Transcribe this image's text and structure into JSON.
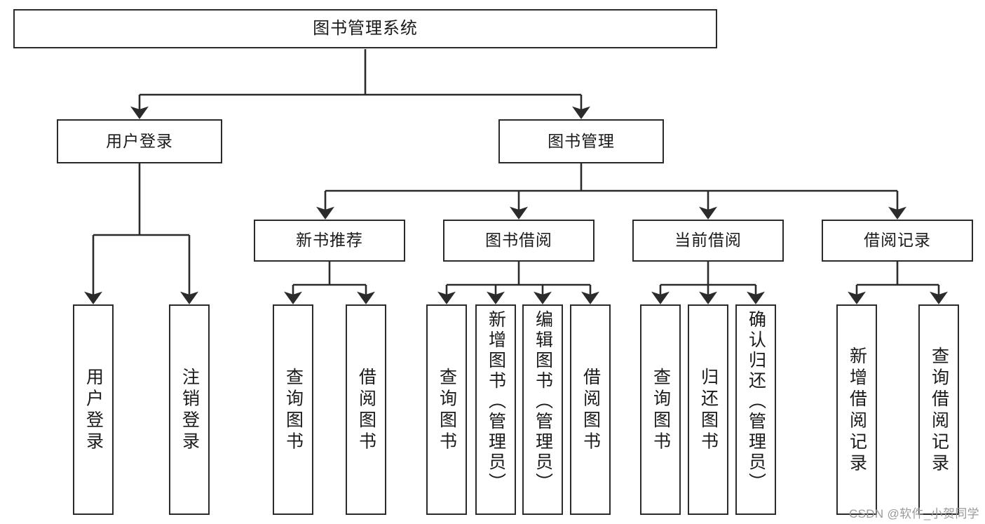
{
  "diagram": {
    "title": "图书管理系统",
    "type": "hierarchy-tree",
    "colors": {
      "box_border": "#2b2b2b",
      "box_fill": "#ffffff",
      "connector": "#2b2b2b",
      "text": "#1a1a1a",
      "watermark": "#9a9a9a",
      "background": "#ffffff"
    },
    "levels": [
      {
        "level": 0,
        "nodes": [
          {
            "id": "root",
            "label": "图书管理系统",
            "orientation": "horizontal"
          }
        ]
      },
      {
        "level": 1,
        "nodes": [
          {
            "id": "user-login",
            "label": "用户登录",
            "orientation": "horizontal"
          },
          {
            "id": "book-manage",
            "label": "图书管理",
            "orientation": "horizontal"
          }
        ]
      },
      {
        "level": 2,
        "nodes": [
          {
            "id": "new-book-rec",
            "label": "新书推荐",
            "orientation": "horizontal"
          },
          {
            "id": "book-borrow",
            "label": "图书借阅",
            "orientation": "horizontal"
          },
          {
            "id": "current-borrow",
            "label": "当前借阅",
            "orientation": "horizontal"
          },
          {
            "id": "borrow-record",
            "label": "借阅记录",
            "orientation": "horizontal"
          }
        ]
      },
      {
        "level": 3,
        "nodes": [
          {
            "id": "leaf-user-login",
            "label": "用户登录",
            "orientation": "vertical",
            "parent": "user-login"
          },
          {
            "id": "leaf-user-logout",
            "label": "注销登录",
            "orientation": "vertical",
            "parent": "user-login"
          },
          {
            "id": "leaf-rec-query",
            "label": "查询图书",
            "orientation": "vertical",
            "parent": "new-book-rec"
          },
          {
            "id": "leaf-rec-borrow",
            "label": "借阅图书",
            "orientation": "vertical",
            "parent": "new-book-rec"
          },
          {
            "id": "leaf-borrow-query",
            "label": "查询图书",
            "orientation": "vertical",
            "parent": "book-borrow"
          },
          {
            "id": "leaf-borrow-add",
            "label": "新增图书（管理员）",
            "orientation": "vertical",
            "parent": "book-borrow"
          },
          {
            "id": "leaf-borrow-edit",
            "label": "编辑图书（管理员）",
            "orientation": "vertical",
            "parent": "book-borrow"
          },
          {
            "id": "leaf-borrow-lend",
            "label": "借阅图书",
            "orientation": "vertical",
            "parent": "book-borrow"
          },
          {
            "id": "leaf-current-query",
            "label": "查询图书",
            "orientation": "vertical",
            "parent": "current-borrow"
          },
          {
            "id": "leaf-current-return",
            "label": "归还图书",
            "orientation": "vertical",
            "parent": "current-borrow"
          },
          {
            "id": "leaf-current-confirm",
            "label": "确认归还（管理员）",
            "orientation": "vertical",
            "parent": "current-borrow"
          },
          {
            "id": "leaf-record-add",
            "label": "新增借阅记录",
            "orientation": "vertical",
            "parent": "borrow-record"
          },
          {
            "id": "leaf-record-query",
            "label": "查询借阅记录",
            "orientation": "vertical",
            "parent": "borrow-record"
          }
        ]
      }
    ]
  },
  "watermark": {
    "text": "CSDN @软件_小贺同学"
  }
}
